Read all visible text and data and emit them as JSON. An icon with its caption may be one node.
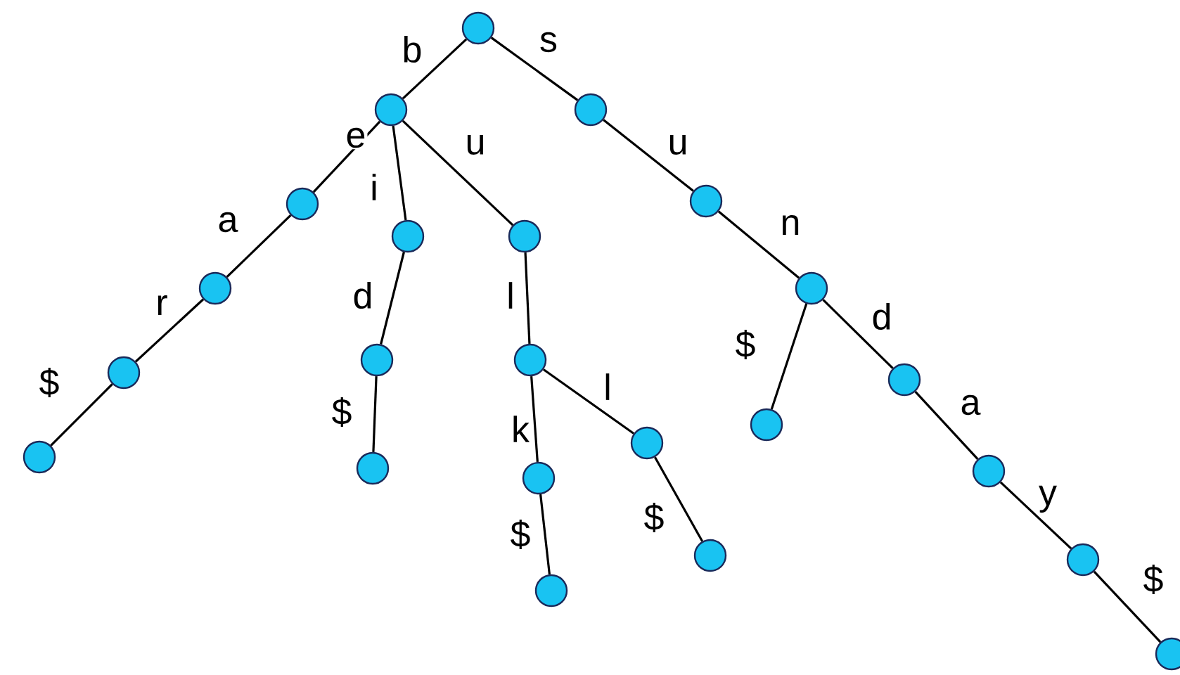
{
  "diagram": {
    "nodes": [
      {
        "text": [],
        "shape": "circle"
      },
      {
        "text": [],
        "shape": "circle"
      },
      {
        "text": [],
        "shape": "circle"
      },
      {
        "text": [],
        "shape": "circle"
      },
      {
        "text": [],
        "shape": "circle"
      },
      {
        "text": [],
        "shape": "circle"
      },
      {
        "text": [],
        "shape": "circle"
      },
      {
        "text": [],
        "shape": "circle"
      },
      {
        "text": [],
        "shape": "circle"
      },
      {
        "text": [],
        "shape": "circle"
      },
      {
        "text": [],
        "shape": "circle"
      },
      {
        "text": [],
        "shape": "circle"
      },
      {
        "text": [],
        "shape": "circle"
      },
      {
        "text": [],
        "shape": "circle"
      },
      {
        "text": [],
        "shape": "circle"
      },
      {
        "text": [],
        "shape": "circle"
      },
      {
        "text": [],
        "shape": "circle"
      },
      {
        "text": [],
        "shape": "circle"
      },
      {
        "text": [],
        "shape": "circle"
      },
      {
        "text": [],
        "shape": "circle"
      },
      {
        "text": [],
        "shape": "circle"
      },
      {
        "text": [],
        "shape": "circle"
      },
      {
        "text": [],
        "shape": "circle"
      }
    ],
    "edges": [
      {
        "from": 0,
        "to": 1,
        "arrow": "none",
        "label": "b"
      },
      {
        "from": 0,
        "to": 2,
        "arrow": "none",
        "label": "s"
      },
      {
        "from": 1,
        "to": 3,
        "arrow": "none",
        "label": "e"
      },
      {
        "from": 3,
        "to": 4,
        "arrow": "none",
        "label": "a"
      },
      {
        "from": 4,
        "to": 5,
        "arrow": "none",
        "label": "r"
      },
      {
        "from": 5,
        "to": 6,
        "arrow": "none",
        "label": "$"
      },
      {
        "from": 1,
        "to": 7,
        "arrow": "none",
        "label": "i"
      },
      {
        "from": 7,
        "to": 8,
        "arrow": "none",
        "label": "d"
      },
      {
        "from": 8,
        "to": 9,
        "arrow": "none",
        "label": "$"
      },
      {
        "from": 1,
        "to": 10,
        "arrow": "none",
        "label": "u"
      },
      {
        "from": 10,
        "to": 11,
        "arrow": "none",
        "label": "l"
      },
      {
        "from": 11,
        "to": 12,
        "arrow": "none",
        "label": "k"
      },
      {
        "from": 12,
        "to": 13,
        "arrow": "none",
        "label": "$"
      },
      {
        "from": 11,
        "to": 14,
        "arrow": "none",
        "label": "l"
      },
      {
        "from": 14,
        "to": 15,
        "arrow": "none",
        "label": "$"
      },
      {
        "from": 2,
        "to": 16,
        "arrow": "none",
        "label": "u"
      },
      {
        "from": 16,
        "to": 17,
        "arrow": "none",
        "label": "n"
      },
      {
        "from": 17,
        "to": 18,
        "arrow": "none",
        "label": "$"
      },
      {
        "from": 17,
        "to": 19,
        "arrow": "none",
        "label": "d"
      },
      {
        "from": 19,
        "to": 20,
        "arrow": "none",
        "label": "a"
      },
      {
        "from": 20,
        "to": 21,
        "arrow": "none",
        "label": "y"
      },
      {
        "from": 21,
        "to": 22,
        "arrow": "none",
        "label": "$"
      }
    ]
  }
}
